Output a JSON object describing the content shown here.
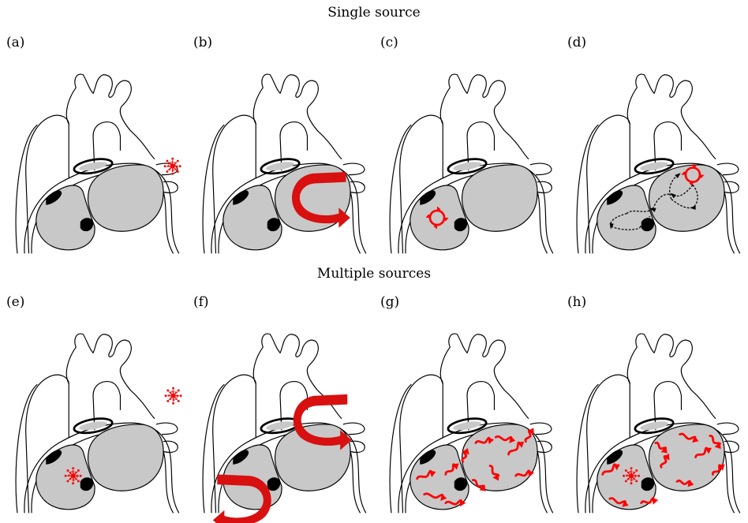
{
  "titles": {
    "top": "Single source",
    "bottom": "Multiple sources"
  },
  "panels": [
    {
      "label": "(a)",
      "row": 0,
      "col": 0,
      "feature": "focal source outside"
    },
    {
      "label": "(b)",
      "row": 0,
      "col": 1,
      "feature": "macro reentry"
    },
    {
      "label": "(c)",
      "row": 0,
      "col": 2,
      "feature": "localized reentry"
    },
    {
      "label": "(d)",
      "row": 0,
      "col": 3,
      "feature": "localized reentry with propagation paths"
    },
    {
      "label": "(e)",
      "row": 1,
      "col": 0,
      "feature": "multiple focal sources"
    },
    {
      "label": "(f)",
      "row": 1,
      "col": 1,
      "feature": "multiple macro reentries"
    },
    {
      "label": "(g)",
      "row": 1,
      "col": 2,
      "feature": "multiple wavelets"
    },
    {
      "label": "(h)",
      "row": 1,
      "col": 3,
      "feature": "wavelets with focal source"
    }
  ],
  "colors": {
    "chamber": "#c8c8c8",
    "outline": "#000000",
    "activation": "#ff0000",
    "macro": "#d81010"
  }
}
